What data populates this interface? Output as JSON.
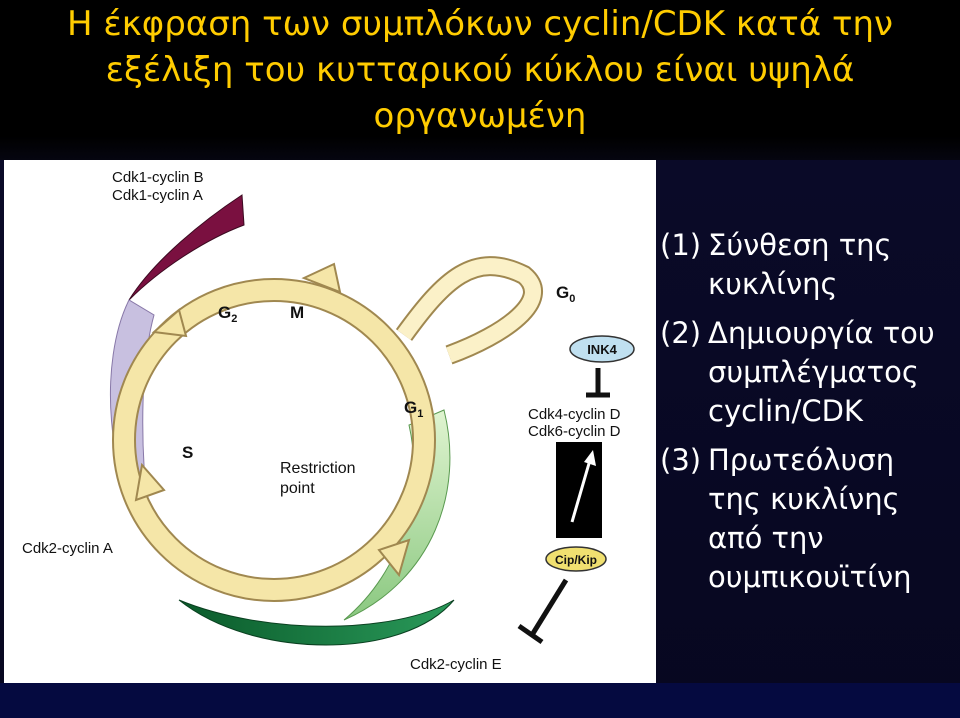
{
  "title": {
    "line1": "Η έκφραση των συμπλόκων cyclin/CDK κατά την",
    "line2": "εξέλιξη του κυτταρικού κύκλου είναι υψηλά",
    "line3": "οργανωμένη"
  },
  "diagram": {
    "complexes": {
      "cdk1_b": "Cdk1-cyclin B",
      "cdk1_a": "Cdk1-cyclin A",
      "cdk2_a": "Cdk2-cyclin A",
      "cdk2_e": "Cdk2-cyclin E",
      "cdk4_d": "Cdk4-cyclin D",
      "cdk6_d": "Cdk6-cyclin D"
    },
    "phases": {
      "g2": "G",
      "g2_sub": "2",
      "m": "M",
      "g1": "G",
      "g1_sub": "1",
      "g0": "G",
      "g0_sub": "0",
      "s": "S"
    },
    "restriction_line1": "Restriction",
    "restriction_line2": "point",
    "ink4": "INK4",
    "cipkip": "Cip/Kip",
    "colors": {
      "cdk1": "#7a1040",
      "cdk2a": "#c8c0e0",
      "cdk2e": "#1a7a40",
      "cdk46": "#b0e0a0",
      "cycle": "#f0e0a0",
      "ink4_fill": "#c0e0f0",
      "cipkip_fill": "#f0e070"
    }
  },
  "steps": [
    {
      "num": "(1)",
      "text": "Σύνθεση της κυκλίνης"
    },
    {
      "num": "(2)",
      "text": "Δημιουργία του συμπλέγματος cyclin/CDK"
    },
    {
      "num": "(3)",
      "text": "Πρωτεόλυση της κυκλίνης από την ουμπικουϊτίνη"
    }
  ]
}
